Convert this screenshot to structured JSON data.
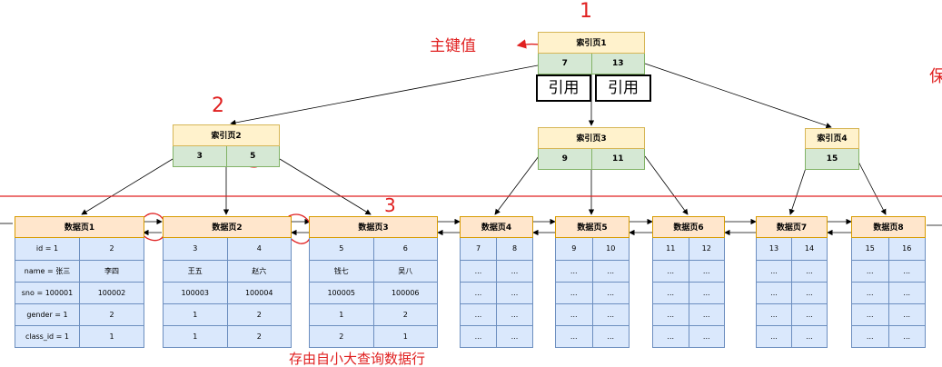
{
  "index_pages": [
    {
      "id": "idx1",
      "title": "索引页1",
      "keys": [
        "7",
        "13"
      ]
    },
    {
      "id": "idx2",
      "title": "索引页2",
      "keys": [
        "3",
        "5"
      ]
    },
    {
      "id": "idx3",
      "title": "索引页3",
      "keys": [
        "9",
        "11"
      ]
    },
    {
      "id": "idx4",
      "title": "索引页4",
      "keys": [
        "15"
      ]
    }
  ],
  "data_pages": [
    {
      "title": "数据页1",
      "rows": [
        [
          "id = 1",
          "2"
        ],
        [
          "name = 张三",
          "李四"
        ],
        [
          "sno = 100001",
          "100002"
        ],
        [
          "gender = 1",
          "2"
        ],
        [
          "class_id = 1",
          "1"
        ]
      ]
    },
    {
      "title": "数据页2",
      "rows": [
        [
          "3",
          "4"
        ],
        [
          "王五",
          "赵六"
        ],
        [
          "100003",
          "100004"
        ],
        [
          "1",
          "2"
        ],
        [
          "1",
          "2"
        ]
      ]
    },
    {
      "title": "数据页3",
      "rows": [
        [
          "5",
          "6"
        ],
        [
          "钱七",
          "吴八"
        ],
        [
          "100005",
          "100006"
        ],
        [
          "1",
          "2"
        ],
        [
          "2",
          "1"
        ]
      ]
    },
    {
      "title": "数据页4",
      "rows": [
        [
          "7",
          "8"
        ],
        [
          "...",
          "..."
        ],
        [
          "...",
          "..."
        ],
        [
          "...",
          "..."
        ],
        [
          "...",
          "..."
        ]
      ]
    },
    {
      "title": "数据页5",
      "rows": [
        [
          "9",
          "10"
        ],
        [
          "...",
          "..."
        ],
        [
          "...",
          "..."
        ],
        [
          "...",
          "..."
        ],
        [
          "...",
          "..."
        ]
      ]
    },
    {
      "title": "数据页6",
      "rows": [
        [
          "11",
          "12"
        ],
        [
          "...",
          "..."
        ],
        [
          "...",
          "..."
        ],
        [
          "...",
          "..."
        ],
        [
          "...",
          "..."
        ]
      ]
    },
    {
      "title": "数据页7",
      "rows": [
        [
          "13",
          "14"
        ],
        [
          "...",
          "..."
        ],
        [
          "...",
          "..."
        ],
        [
          "...",
          "..."
        ],
        [
          "...",
          "..."
        ]
      ]
    },
    {
      "title": "数据页8",
      "rows": [
        [
          "15",
          "16"
        ],
        [
          "...",
          "..."
        ],
        [
          "...",
          "..."
        ],
        [
          "...",
          "..."
        ],
        [
          "...",
          "..."
        ]
      ]
    }
  ],
  "reference_labels": [
    "引用",
    "引用"
  ],
  "annotations": {
    "primary_key": "主键值",
    "num1": "1",
    "num2": "2",
    "num3": "3",
    "right_edge": "保",
    "bottom_text": "存由自小大查询数据行"
  },
  "colors": {
    "index_header": "#fff2cc",
    "index_keys": "#d5e8d4",
    "data_header": "#ffe6cc",
    "data_body": "#dae8fc",
    "annotation": "#e02020"
  }
}
